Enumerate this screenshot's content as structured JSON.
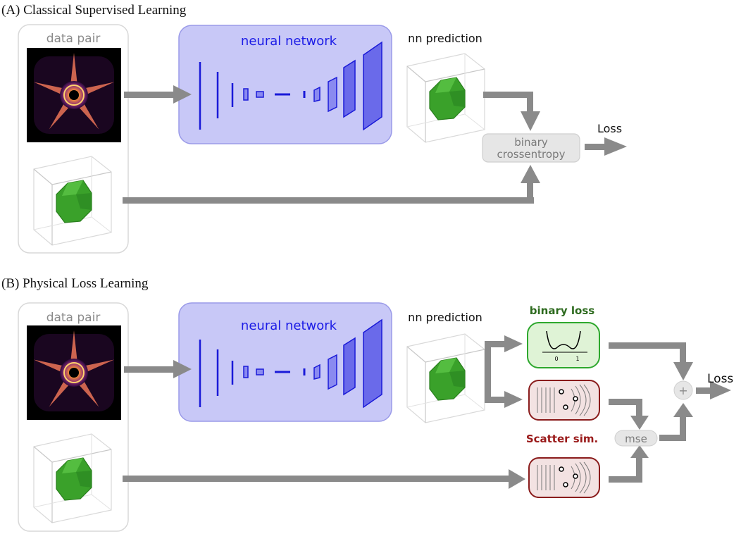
{
  "panelA": {
    "title": "(A) Classical Supervised Learning",
    "data_pair": "data pair",
    "network": "neural network",
    "prediction": "nn prediction",
    "loss_fn": {
      "line1": "binary",
      "line2": "crossentropy"
    },
    "loss": "Loss"
  },
  "panelB": {
    "title": "(B) Physical Loss Learning",
    "data_pair": "data pair",
    "network": "neural network",
    "prediction": "nn prediction",
    "binary_loss": "binary loss",
    "plot_ticks": [
      "0",
      "1"
    ],
    "scatter_sim": "Scatter sim.",
    "mse": "mse",
    "plus": "+",
    "loss": "Loss"
  },
  "colors": {
    "network_fill": "#c8c8f7",
    "network_stroke": "#9a9ae8",
    "network_text": "#1c1ce6",
    "layer_color": "#1a1ad8",
    "arrow": "#8a8a8a",
    "crystal": "#3aa12a",
    "binary_loss_text": "#2d6a1e",
    "binary_loss_fill": "#dff3d6",
    "binary_loss_stroke": "#2ea82e",
    "scatter_text": "#9a1a1a",
    "scatter_fill": "#f3e2e2",
    "scatter_stroke": "#8a1c1c",
    "pill_fill": "#e6e6e6"
  }
}
